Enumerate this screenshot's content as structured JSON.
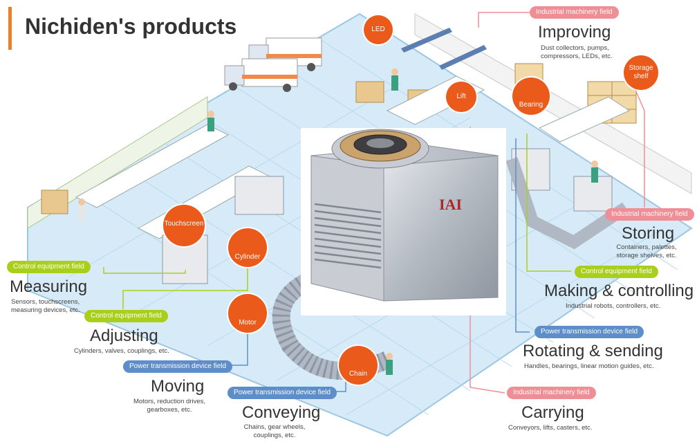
{
  "page": {
    "title": "Nichiden's products"
  },
  "product_photo": {
    "brand_logo": "IAI"
  },
  "bubbles": {
    "led": "LED",
    "lift": "Lift",
    "bearing": "Bearing",
    "storage_shelf": "Storage shelf",
    "touchscreen": "Touchscreen",
    "cylinder": "Cylinder",
    "motor": "Motor",
    "chain": "Chain"
  },
  "categories": {
    "improving": {
      "tag": "Industrial machinery field",
      "heading": "Improving",
      "desc_1": "Dust collectors, pumps,",
      "desc_2": "compressors, LEDs, etc."
    },
    "storing": {
      "tag": "Industrial machinery field",
      "heading": "Storing",
      "desc_1": "Containers, palettes,",
      "desc_2": "storage shelves, etc."
    },
    "making": {
      "tag": "Control equipment field",
      "heading": "Making & controlling",
      "desc_1": "Industrial robots, controllers, etc."
    },
    "rotating": {
      "tag": "Power transmission device field",
      "heading": "Rotating & sending",
      "desc_1": "Handles, bearings, linear motion guides, etc."
    },
    "carrying": {
      "tag": "Industrial machinery field",
      "heading": "Carrying",
      "desc_1": "Conveyors, lifts, casters, etc."
    },
    "measuring": {
      "tag": "Control equipment field",
      "heading": "Measuring",
      "desc_1": "Sensors, touchscreens,",
      "desc_2": "measuring devices, etc."
    },
    "adjusting": {
      "tag": "Control equipment field",
      "heading": "Adjusting",
      "desc_1": "Cylinders, valves, couplings, etc."
    },
    "moving": {
      "tag": "Power transmission device field",
      "heading": "Moving",
      "desc_1": "Motors, reduction drives,",
      "desc_2": "gearboxes, etc."
    },
    "conveying": {
      "tag": "Power transmission device field",
      "heading": "Conveying",
      "desc_1": "Chains, gear wheels,",
      "desc_2": "couplings, etc."
    }
  },
  "colors": {
    "accent_orange": "#ea5a1a",
    "control_green": "#a9cf1c",
    "power_blue": "#5d8ec9",
    "machinery_pink": "#f08e96",
    "floor_blue": "#cfe6f5"
  }
}
